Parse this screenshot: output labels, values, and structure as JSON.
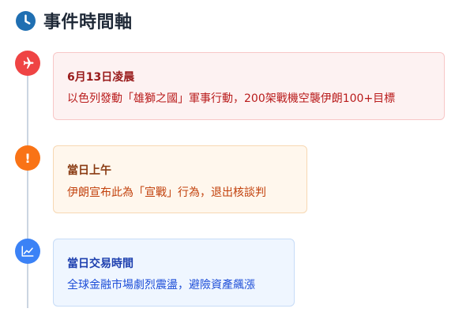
{
  "header": {
    "title": "事件時間軸",
    "icon": "clock-icon",
    "icon_color": "#1f6fb2"
  },
  "events": [
    {
      "icon": "airplane-icon",
      "color": "#ef4444",
      "title": "6月13日凌晨",
      "text": "以色列發動「雄獅之國」軍事行動，200架戰機空襲伊朗100+目標"
    },
    {
      "icon": "exclamation-icon",
      "icon_glyph": "!",
      "color": "#f97316",
      "title": "當日上午",
      "text": "伊朗宣布此為「宣戰」行為，退出核談判"
    },
    {
      "icon": "chart-line-icon",
      "color": "#3b82f6",
      "title": "當日交易時間",
      "text": "全球金融市場劇烈震盪，避險資產飆漲"
    }
  ]
}
